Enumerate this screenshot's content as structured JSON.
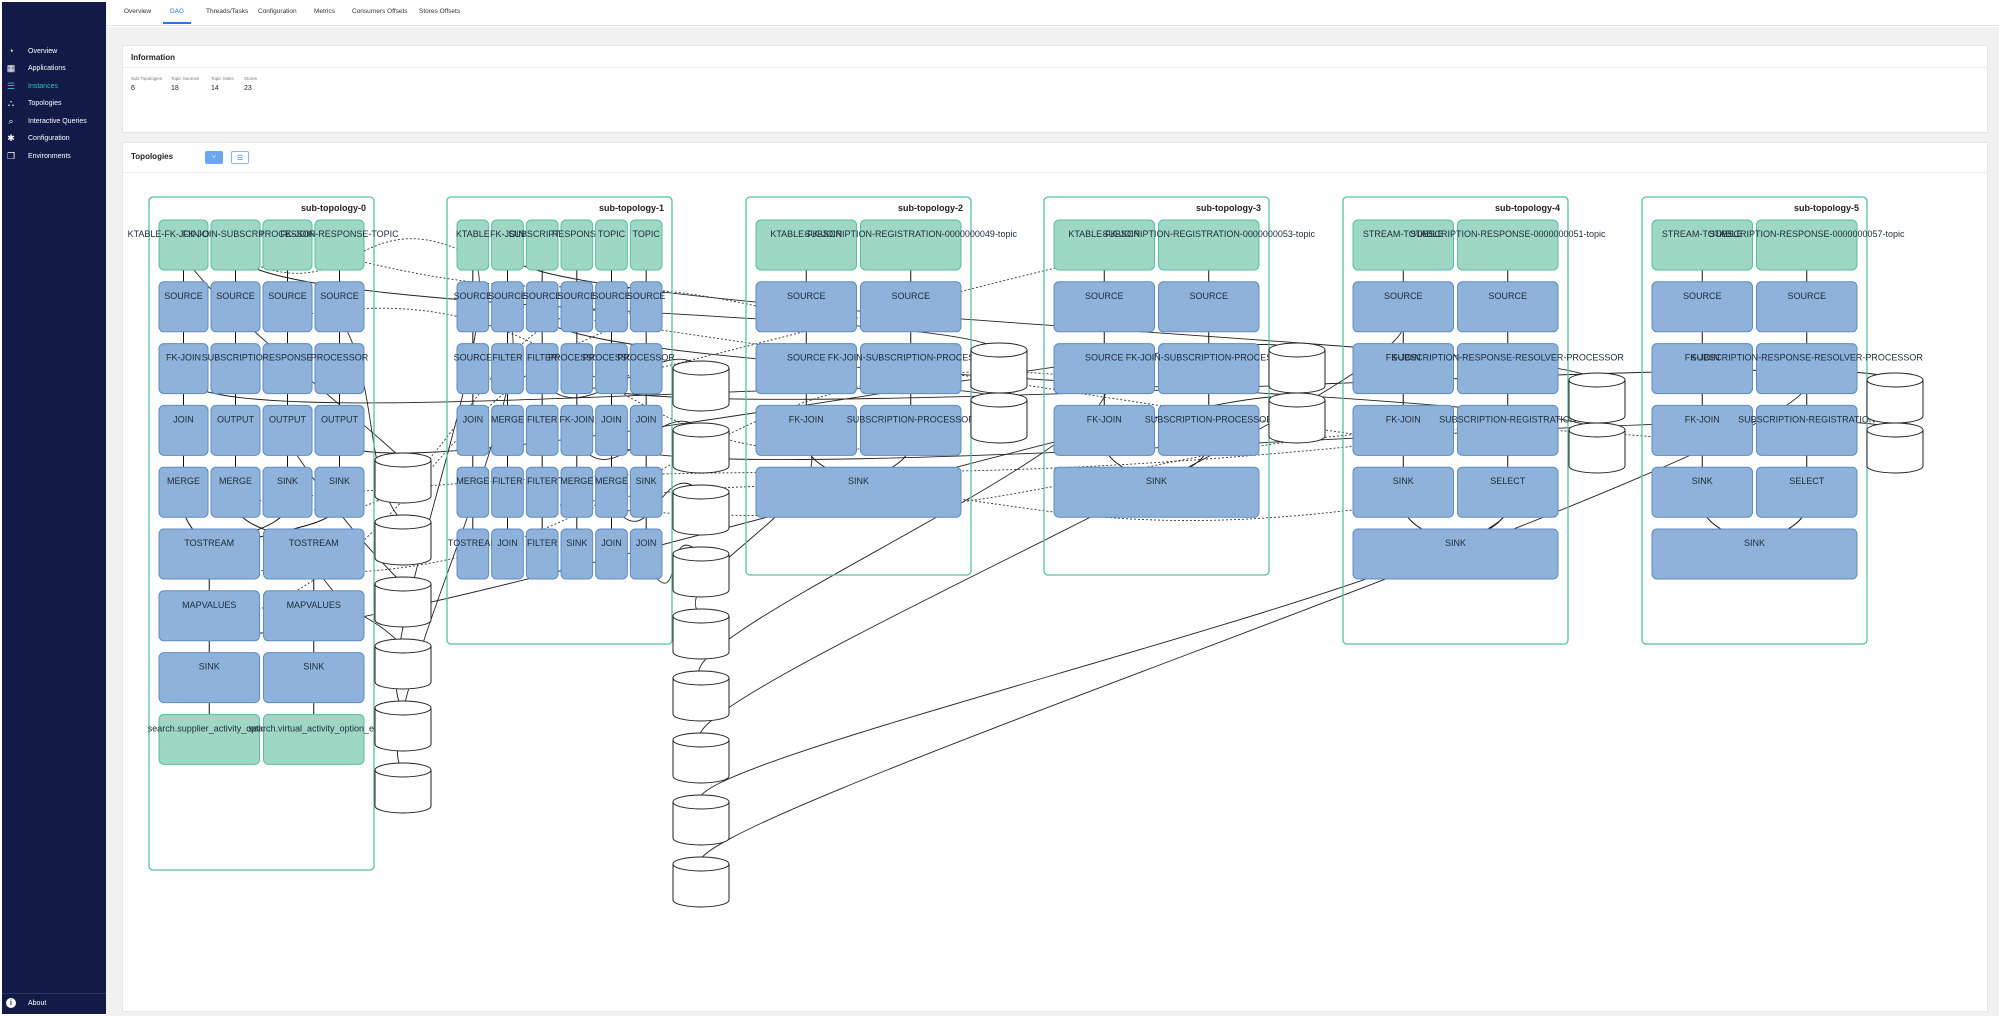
{
  "sidebar": {
    "items": [
      {
        "label": "Overview",
        "icon": "dashboard-icon"
      },
      {
        "label": "Applications",
        "icon": "grid-icon"
      },
      {
        "label": "Instances",
        "icon": "list-icon"
      },
      {
        "label": "Topologies",
        "icon": "topology-icon"
      },
      {
        "label": "Interactive Queries",
        "icon": "search-icon"
      },
      {
        "label": "Configuration",
        "icon": "gear-icon"
      },
      {
        "label": "Environments",
        "icon": "copy-icon"
      }
    ],
    "active_index": 2,
    "about_label": "About"
  },
  "tabs": [
    "Overview",
    "DAG",
    "Threads/Tasks",
    "Configuration",
    "Metrics",
    "Consumers Offsets",
    "Stores Offsets"
  ],
  "active_tab_index": 1,
  "information": {
    "title": "Information",
    "stats": [
      {
        "label": "Sub-Topologies",
        "value": "6"
      },
      {
        "label": "Topic Sources",
        "value": "18"
      },
      {
        "label": "Topic Sinks",
        "value": "14"
      },
      {
        "label": "Stores",
        "value": "23"
      }
    ]
  },
  "topologies": {
    "title": "Topologies",
    "view_buttons": [
      {
        "name": "graph-view-icon",
        "glyph": "⑂",
        "active": true
      },
      {
        "name": "list-view-icon",
        "glyph": "☰",
        "active": false
      }
    ]
  },
  "colors": {
    "sidebar_bg": "#121a47",
    "accent": "#1f7ae0",
    "node_blue": "#8fb2da",
    "node_green": "#9ed7c4",
    "subtopology_border": "#58bfa3"
  },
  "dag": {
    "subtopologies": [
      {
        "name": "sub-topology-0",
        "rows": [
          {
            "type": "topic",
            "cells": [
              "KTABLE-FK-JOIN-OUTPUT",
              "FK-JOIN-SUBSCRIPTION",
              "PROCESSOR",
              "FK-JOIN-RESPONSE-TOPIC"
            ]
          },
          {
            "type": "proc",
            "cells": [
              "SOURCE",
              "SOURCE",
              "SOURCE",
              "SOURCE"
            ]
          },
          {
            "type": "proc",
            "cells": [
              "FK-JOIN",
              "SUBSCRIPTION",
              "RESPONSE",
              "PROCESSOR"
            ]
          },
          {
            "type": "proc",
            "cells": [
              "JOIN",
              "OUTPUT",
              "OUTPUT",
              "OUTPUT"
            ]
          },
          {
            "type": "proc",
            "cells": [
              "MERGE",
              "MERGE",
              "SINK",
              "SINK"
            ]
          },
          {
            "type": "proc",
            "cells": [
              "TOSTREAM",
              "TOSTREAM"
            ]
          },
          {
            "type": "proc",
            "cells": [
              "MAPVALUES",
              "MAPVALUES"
            ]
          },
          {
            "type": "proc",
            "cells": [
              "SINK",
              "SINK"
            ]
          },
          {
            "type": "topic",
            "cells": [
              "search.supplier_activity_option",
              "search.virtual_activity_option_en"
            ]
          }
        ]
      },
      {
        "name": "sub-topology-1",
        "rows": [
          {
            "type": "topic",
            "cells": [
              "KTABLE",
              "FK-JOIN",
              "SUBSCRIPTION",
              "RESPONSE",
              "TOPIC",
              "TOPIC"
            ]
          },
          {
            "type": "proc",
            "cells": [
              "SOURCE",
              "SOURCE",
              "SOURCE",
              "SOURCE",
              "SOURCE",
              "SOURCE"
            ]
          },
          {
            "type": "proc",
            "cells": [
              "SOURCE",
              "FILTER",
              "FILTER",
              "PROCESSOR",
              "PROCESSOR",
              "PROCESSOR"
            ]
          },
          {
            "type": "proc",
            "cells": [
              "JOIN",
              "MERGE",
              "FILTER",
              "FK-JOIN",
              "JOIN",
              "JOIN"
            ]
          },
          {
            "type": "proc",
            "cells": [
              "MERGE",
              "FILTER",
              "FILTER",
              "MERGE",
              "MERGE",
              "SINK"
            ]
          },
          {
            "type": "proc",
            "cells": [
              "TOSTREAM",
              "JOIN",
              "FILTER",
              "SINK",
              "JOIN",
              "JOIN"
            ]
          }
        ]
      },
      {
        "name": "sub-topology-2",
        "rows": [
          {
            "type": "topic",
            "cells": [
              "KTABLE-FK-JOIN",
              "SUBSCRIPTION-REGISTRATION-0000000049-topic"
            ]
          },
          {
            "type": "proc",
            "cells": [
              "SOURCE",
              "SOURCE"
            ]
          },
          {
            "type": "proc",
            "cells": [
              "SOURCE",
              "FK-JOIN-SUBSCRIPTION-PROCESSOR"
            ]
          },
          {
            "type": "proc",
            "cells": [
              "FK-JOIN",
              "SUBSCRIPTION-PROCESSOR"
            ]
          },
          {
            "type": "proc",
            "cells": [
              "SINK"
            ]
          }
        ]
      },
      {
        "name": "sub-topology-3",
        "rows": [
          {
            "type": "topic",
            "cells": [
              "KTABLE-FK-JOIN",
              "SUBSCRIPTION-REGISTRATION-0000000053-topic"
            ]
          },
          {
            "type": "proc",
            "cells": [
              "SOURCE",
              "SOURCE"
            ]
          },
          {
            "type": "proc",
            "cells": [
              "SOURCE",
              "FK-JOIN-SUBSCRIPTION-PROCESSOR"
            ]
          },
          {
            "type": "proc",
            "cells": [
              "FK-JOIN",
              "SUBSCRIPTION-PROCESSOR"
            ]
          },
          {
            "type": "proc",
            "cells": [
              "SINK"
            ]
          }
        ]
      },
      {
        "name": "sub-topology-4",
        "rows": [
          {
            "type": "topic",
            "cells": [
              "STREAM-TOTABLE",
              "SUBSCRIPTION-RESPONSE-0000000051-topic"
            ]
          },
          {
            "type": "proc",
            "cells": [
              "SOURCE",
              "SOURCE"
            ]
          },
          {
            "type": "proc",
            "cells": [
              "FK-JOIN",
              "SUBSCRIPTION-RESPONSE-RESOLVER-PROCESSOR"
            ]
          },
          {
            "type": "proc",
            "cells": [
              "FK-JOIN",
              "SUBSCRIPTION-REGISTRATION"
            ]
          },
          {
            "type": "proc",
            "cells": [
              "SINK",
              "SELECT"
            ]
          },
          {
            "type": "proc",
            "cells": [
              "SINK"
            ]
          }
        ]
      },
      {
        "name": "sub-topology-5",
        "rows": [
          {
            "type": "topic",
            "cells": [
              "STREAM-TOTABLE",
              "SUBSCRIPTION-RESPONSE-0000000057-topic"
            ]
          },
          {
            "type": "proc",
            "cells": [
              "SOURCE",
              "SOURCE"
            ]
          },
          {
            "type": "proc",
            "cells": [
              "FK-JOIN",
              "SUBSCRIPTION-RESPONSE-RESOLVER-PROCESSOR"
            ]
          },
          {
            "type": "proc",
            "cells": [
              "FK-JOIN",
              "SUBSCRIPTION-REGISTRATION"
            ]
          },
          {
            "type": "proc",
            "cells": [
              "SINK",
              "SELECT"
            ]
          },
          {
            "type": "proc",
            "cells": [
              "SINK"
            ]
          }
        ]
      }
    ]
  }
}
